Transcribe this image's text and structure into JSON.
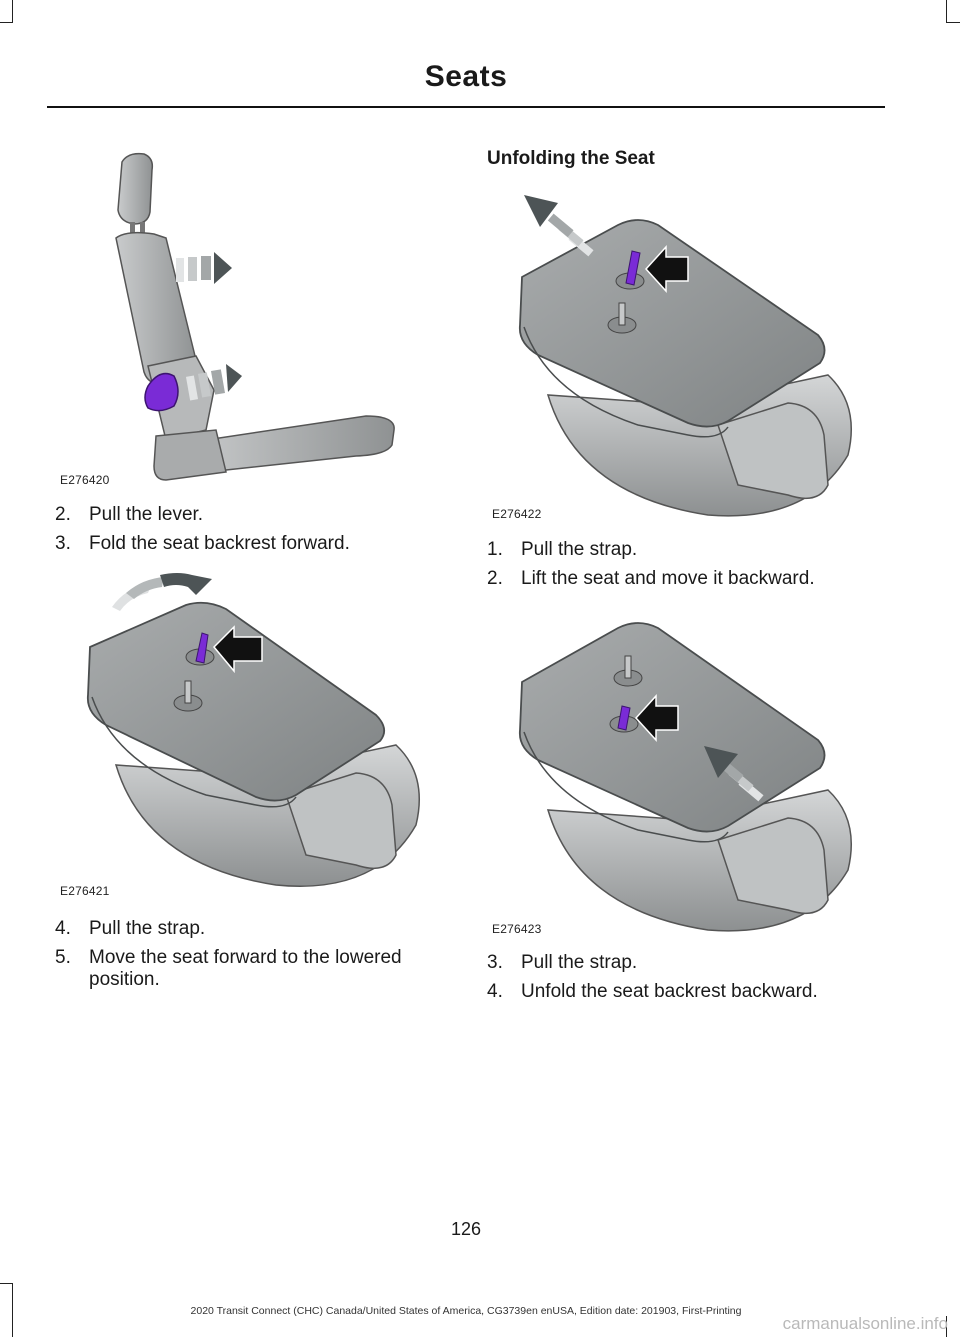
{
  "header": {
    "title": "Seats"
  },
  "figures": {
    "fig1": {
      "code": "E276420"
    },
    "fig2": {
      "code": "E276421"
    },
    "fig3": {
      "code": "E276422"
    },
    "fig4": {
      "code": "E276423"
    }
  },
  "left_column": {
    "steps_a": [
      {
        "num": "2.",
        "text": "Pull the lever."
      },
      {
        "num": "3.",
        "text": "Fold the seat backrest forward."
      }
    ],
    "steps_b": [
      {
        "num": "4.",
        "text": "Pull the strap."
      },
      {
        "num": "5.",
        "text": "Move the seat forward to the lowered position."
      }
    ]
  },
  "right_column": {
    "heading": "Unfolding the Seat",
    "steps_a": [
      {
        "num": "1.",
        "text": "Pull the strap."
      },
      {
        "num": "2.",
        "text": "Lift the seat and move it backward."
      }
    ],
    "steps_b": [
      {
        "num": "3.",
        "text": "Pull the strap."
      },
      {
        "num": "4.",
        "text": "Unfold the seat backrest backward."
      }
    ]
  },
  "footer": {
    "page_number": "126",
    "edition": "2020 Transit Connect (CHC) Canada/United States of America, CG3739en enUSA, Edition date: 201903, First-Printing",
    "watermark": "carmanualsonline.info"
  },
  "colors": {
    "seat_gray": "#9a9d9e",
    "seat_dark": "#6f7273",
    "lever_purple": "#7a2bd6",
    "arrow_dark": "#4d5456",
    "arrow_black": "#111111"
  }
}
